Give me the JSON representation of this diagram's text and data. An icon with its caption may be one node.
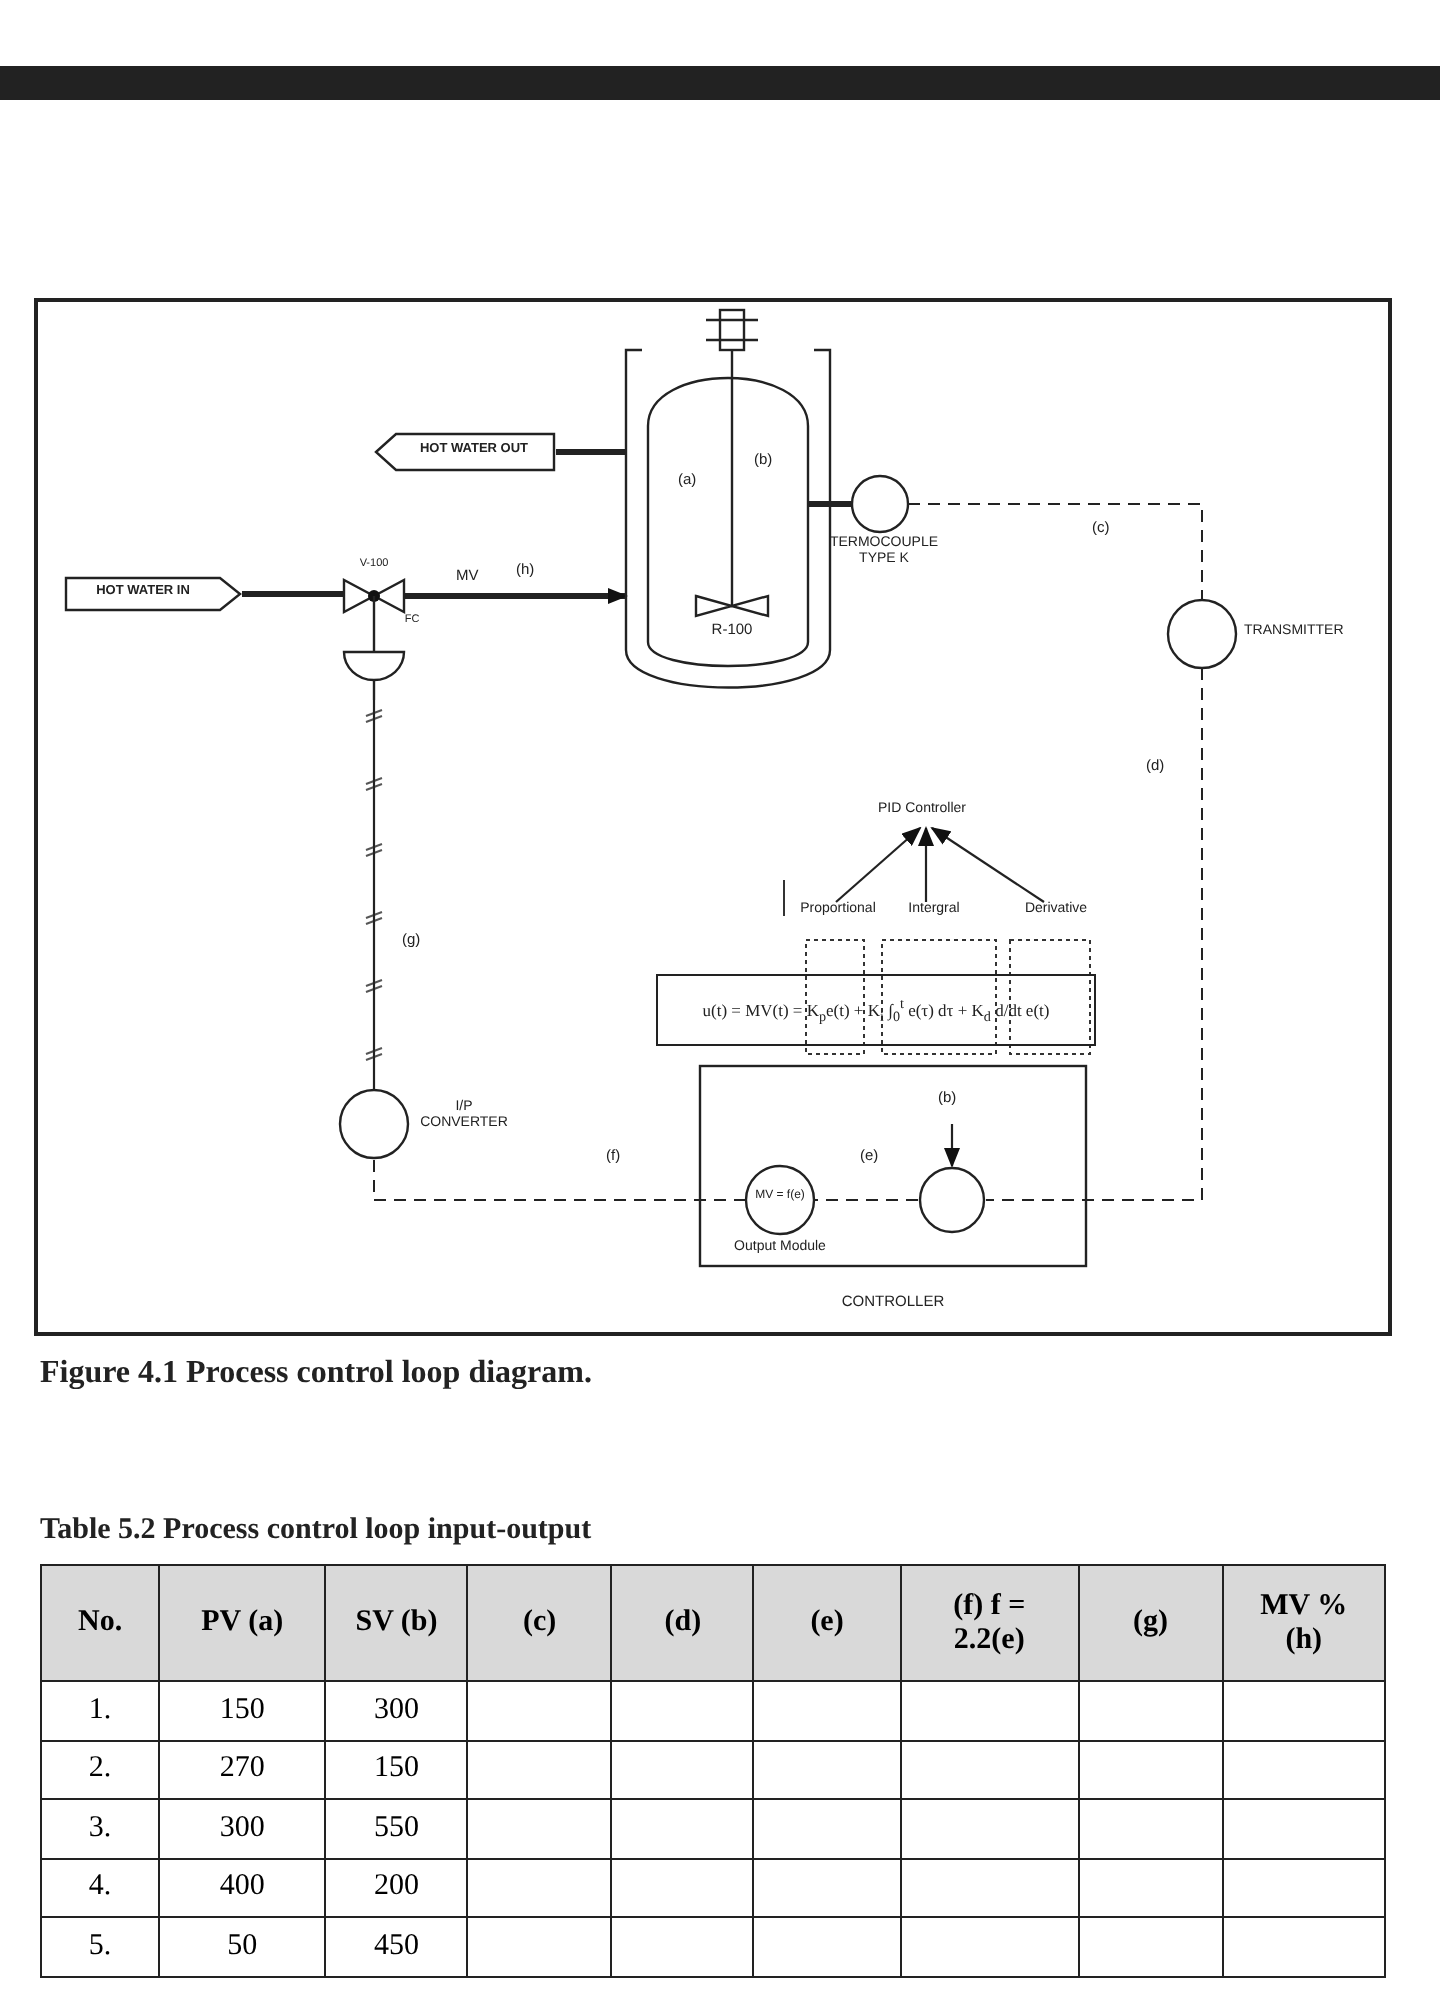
{
  "diagram": {
    "caption": "Figure 4.1 Process control loop diagram.",
    "nodes": [
      {
        "text": [
          "HOT WATER OUT"
        ]
      },
      {
        "text": [
          "R-100"
        ]
      },
      {
        "text": [
          "HOT WATER IN"
        ]
      },
      {
        "text": [
          "V-100"
        ],
        "beside": [
          "FC"
        ]
      },
      {
        "text": [
          "TERMOCOUPLE TYPE K"
        ]
      },
      {
        "text": [
          "TRANSMITTER"
        ]
      },
      {
        "text": [
          "PID Controller"
        ]
      },
      {
        "text": [
          "Proportional"
        ]
      },
      {
        "text": [
          "Intergral"
        ]
      },
      {
        "text": [
          "Derivative"
        ]
      },
      {
        "text": [
          "u(t) = MV(t) = K$_{p}$e(t) + K$_{i}$ ∫$_{0}$$^{t}$ e(τ) dτ + K$_{d}$ d/dt e(t)"
        ]
      },
      {
        "text": [
          "CONTROLLER"
        ]
      },
      {
        "text": [
          "MV = f(e)"
        ],
        "beside": [
          "Output Module"
        ],
        "in": 11
      },
      {
        "text": [],
        "shape": "circle",
        "in": 11
      },
      {
        "text": [
          "I/P CONVERTER"
        ]
      }
    ],
    "edges": [
      {
        "from": 1,
        "to": 0,
        "arrow": "none",
        "style": "thick"
      },
      {
        "from": 2,
        "to": 3,
        "arrow": "none",
        "style": "thick"
      },
      {
        "from": 3,
        "to": 1,
        "arrow": "to",
        "style": "thick",
        "label": "MV"
      },
      {
        "from": 1,
        "to": 4,
        "arrow": "none",
        "style": "thick"
      },
      {
        "from": 4,
        "to": 5,
        "arrow": "none",
        "style": "dashed",
        "label": "(c)"
      },
      {
        "from": 5,
        "to": 13,
        "arrow": "none",
        "style": "dashed",
        "label": "(d)"
      },
      {
        "from": null,
        "to": 13,
        "arrow": "to",
        "label": "(b)"
      },
      {
        "from": 13,
        "to": 12,
        "arrow": "none",
        "style": "dashed",
        "label": "(e)"
      },
      {
        "from": 12,
        "to": 14,
        "arrow": "none",
        "style": "dashed",
        "label": "(f)"
      },
      {
        "from": 14,
        "to": 3,
        "arrow": "none",
        "label": "(g)"
      },
      {
        "from": 7,
        "to": 6,
        "arrow": "to"
      },
      {
        "from": 8,
        "to": 6,
        "arrow": "to"
      },
      {
        "from": 9,
        "to": 6,
        "arrow": "to"
      }
    ],
    "labels": [
      "(a)",
      "(b)",
      "(h)",
      "Table 5.2 Process control loop input-output",
      "No.",
      "PV (a)",
      "SV (b)",
      "(c)",
      "(d)",
      "(e)",
      "(f) f = 2.2(e)",
      "(g)",
      "MV % (h)",
      "1.",
      "150",
      "300",
      "2.",
      "270",
      "150",
      "3.",
      "300",
      "550",
      "4.",
      "400",
      "200",
      "5.",
      "50",
      "450"
    ]
  }
}
